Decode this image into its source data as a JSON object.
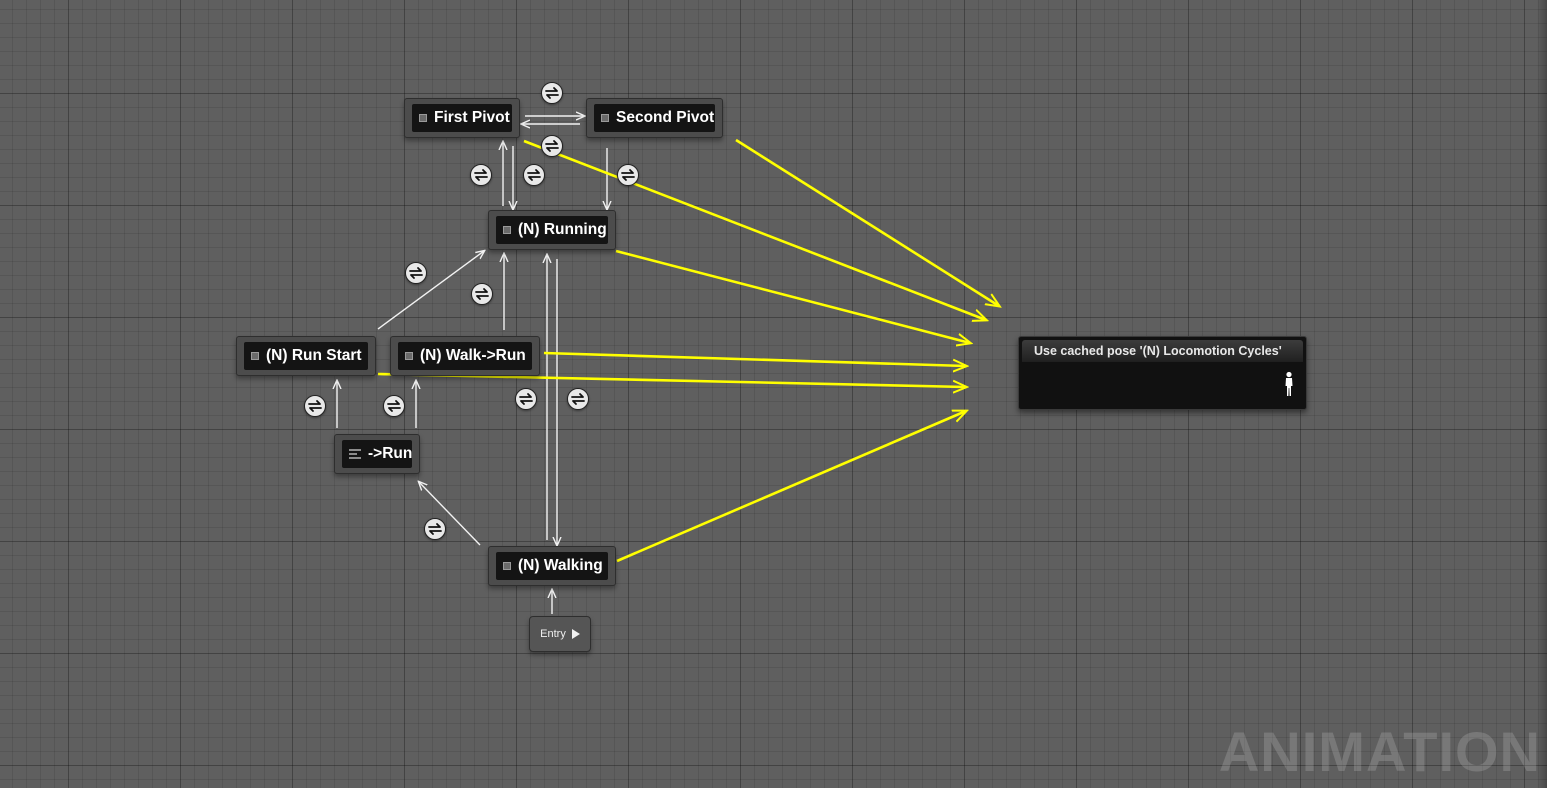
{
  "graph": {
    "watermark": "ANIMATION",
    "colors": {
      "background": "#5f5f5f",
      "node_inner": "#141414",
      "transition_line": "#f2f2f2",
      "output_line": "#ffff00",
      "transition_icon": "#e8e8e8"
    },
    "states": [
      {
        "id": "first_pivot",
        "label": "First Pivot",
        "icon": "state-icon"
      },
      {
        "id": "second_pivot",
        "label": "Second Pivot",
        "icon": "state-icon"
      },
      {
        "id": "running",
        "label": "(N) Running",
        "icon": "state-icon"
      },
      {
        "id": "run_start",
        "label": "(N) Run Start",
        "icon": "state-icon"
      },
      {
        "id": "walk_to_run",
        "label": "(N) Walk->Run",
        "icon": "state-icon"
      },
      {
        "id": "to_run",
        "label": "->Run",
        "icon": "conduit-icon"
      },
      {
        "id": "walking",
        "label": "(N) Walking",
        "icon": "state-icon"
      }
    ],
    "entry": {
      "label": "Entry",
      "icon": "entry-arrow-icon"
    },
    "output": {
      "title": "Use cached pose '(N) Locomotion Cycles'",
      "pin_icon": "pose-figure-icon"
    },
    "transition_icon": "transition-rule-icon"
  }
}
